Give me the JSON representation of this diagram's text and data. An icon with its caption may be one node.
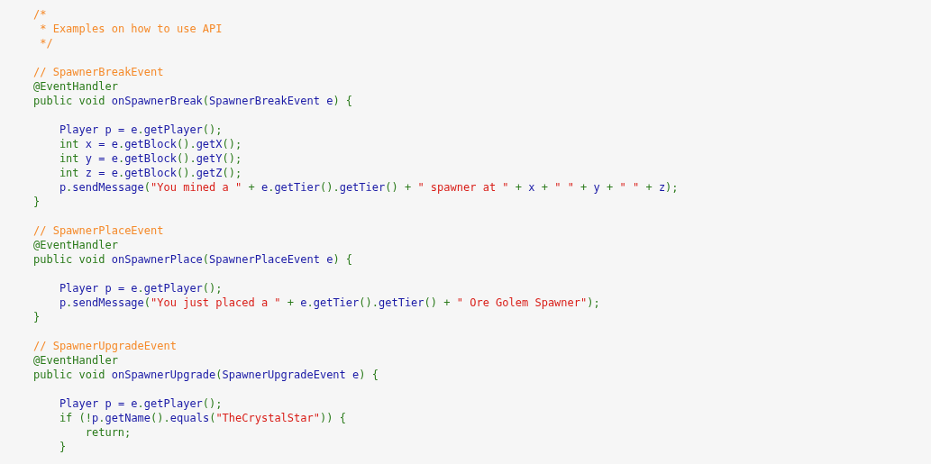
{
  "diagram": {
    "labels": [
      "/*",
      "* Examples on how to use API",
      "*/",
      "// SpawnerBreakEvent",
      "@EventHandler",
      "public void onSpawnerBreak(SpawnerBreakEvent e) {",
      "Player p = e.getPlayer();",
      "int x = e.getBlock().getX();",
      "int y = e.getBlock().getY();",
      "int z = e.getBlock().getZ();",
      "p.sendMessage(\"You mined a \" + e.getTier().getTier() + \" spawner at \" + x + \" \" + y + \" \" + z);",
      "}",
      "// SpawnerPlaceEvent",
      "@EventHandler",
      "public void onSpawnerPlace(SpawnerPlaceEvent e) {",
      "Player p = e.getPlayer();",
      "p.sendMessage(\"You just placed a \" + e.getTier().getTier() + \" Ore Golem Spawner\");",
      "}",
      "// SpawnerUpgradeEvent",
      "@EventHandler",
      "public void onSpawnerUpgrade(SpawnerUpgradeEvent e) {",
      "Player p = e.getPlayer();",
      "if (!p.getName().equals(\"TheCrystalStar\")) {",
      "return;",
      "}"
    ]
  }
}
